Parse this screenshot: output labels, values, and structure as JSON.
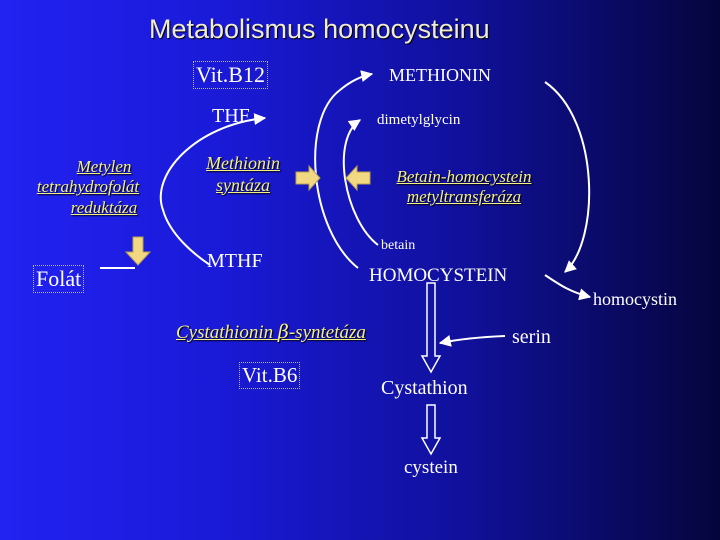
{
  "title": "Metabolismus homocysteinu",
  "nodes": {
    "vit_b12": "Vit.B12",
    "methionin": "METHIONIN",
    "thf": "THF",
    "dimetylglycin": "dimetylglycin",
    "metylen_line1": "Metylen",
    "metylen_line2": "tetrahydrofolát",
    "metylen_line3": "reduktáza",
    "methionin_syntaza_line1": "Methionin",
    "methionin_syntaza_line2": "syntáza",
    "betain_hmt_line1": "Betain-homocystein",
    "betain_hmt_line2": "metyltransferáza",
    "folat": "Folát",
    "mthf": "MTHF",
    "betain": "betain",
    "homocystein": "HOMOCYSTEIN",
    "homocystin": "homocystin",
    "cbs_prefix": "Cystathionin ",
    "cbs_beta": "β",
    "cbs_suffix": "-syntetáza",
    "serin": "serin",
    "vit_b6": "Vit.B6",
    "cystathion": "Cystathion",
    "cystein": "cystein"
  },
  "colors": {
    "text": "#ffffff",
    "enzyme": "#f4f084",
    "block_arrow": "#f2d882"
  }
}
